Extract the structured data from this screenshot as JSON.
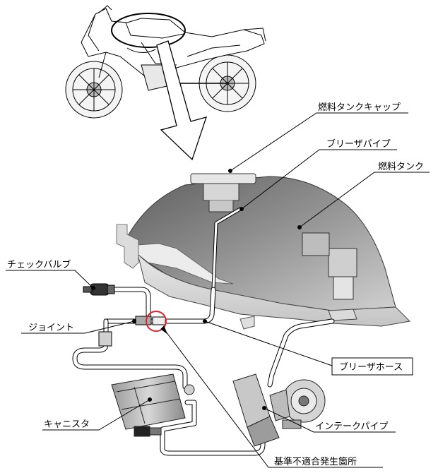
{
  "labels": {
    "fuel_tank_cap": "燃料タンクキャップ",
    "breather_pipe": "ブリーザパイプ",
    "fuel_tank": "燃料タンク",
    "check_valve": "チェックバルブ",
    "joint": "ジョイント",
    "breather_hose": "ブリーザホース",
    "canister": "キャニスタ",
    "intake_pipe": "インテークパイプ",
    "defect_location": "基準不適合発生箇所"
  },
  "colors": {
    "line": "#000000",
    "highlight": "#e0202a",
    "tank_dark": "#6a6a6a",
    "tank_light": "#d8d8d8"
  }
}
